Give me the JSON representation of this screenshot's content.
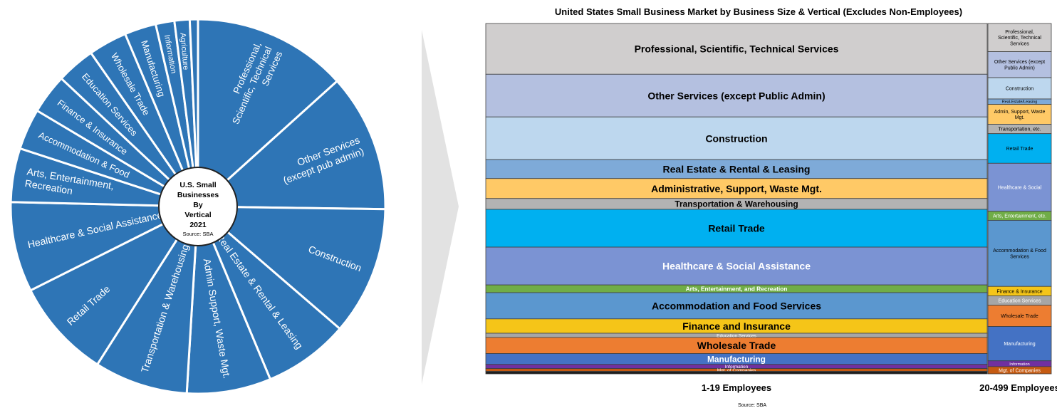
{
  "chart_data": [
    {
      "type": "pie",
      "center_label": {
        "lines": [
          "U.S. Small",
          "Businesses",
          "By",
          "Vertical",
          "2021"
        ],
        "source": "Source: SBA"
      },
      "colors": {
        "slice": "#2e75b6",
        "edge": "#ffffff",
        "label": "#ffffff"
      },
      "slices": [
        {
          "label": "Professional, Scientific, Technical Services",
          "lines": [
            "Professional,",
            "Scientific, Technical",
            "Services"
          ],
          "value": 13.2
        },
        {
          "label": "Other Services (except pub admin)",
          "lines": [
            "Other Services",
            "(except pub admin)"
          ],
          "value": 11.8
        },
        {
          "label": "Construction",
          "lines": [
            "Construction"
          ],
          "value": 11.0
        },
        {
          "label": "Real Estate & Rental & Leasing",
          "lines": [
            "Real Estate & Rental & Leasing"
          ],
          "value": 7.3
        },
        {
          "label": "Admin Support, Waste Mgt.",
          "lines": [
            "Admin Support, Waste Mgt."
          ],
          "value": 7.2
        },
        {
          "label": "Transportation & Warehousing",
          "lines": [
            "Transportation & Warehousing"
          ],
          "value": 8.0
        },
        {
          "label": "Retail Trade",
          "lines": [
            "Retail Trade"
          ],
          "value": 8.5
        },
        {
          "label": "Healthcare & Social Assistance",
          "lines": [
            "Healthcare & Social Assistance"
          ],
          "value": 7.7
        },
        {
          "label": "Arts, Entertainment, Recreation",
          "lines": [
            "Arts, Entertainment,",
            "Recreation"
          ],
          "value": 4.6
        },
        {
          "label": "Accommodation & Food",
          "lines": [
            "Accommodation & Food"
          ],
          "value": 3.5
        },
        {
          "label": "Finance & Insurance",
          "lines": [
            "Finance & Insurance"
          ],
          "value": 3.4
        },
        {
          "label": "Education Services",
          "lines": [
            "Education Services"
          ],
          "value": 3.3
        },
        {
          "label": "Wholesale Trade",
          "lines": [
            "Wholesale Trade"
          ],
          "value": 3.3
        },
        {
          "label": "Manufacturing",
          "lines": [
            "Manufacturing"
          ],
          "value": 2.7
        },
        {
          "label": "Information",
          "lines": [
            "Information"
          ],
          "value": 1.6
        },
        {
          "label": "Agriculture",
          "lines": [
            "Agriculture"
          ],
          "value": 1.3
        },
        {
          "label": "",
          "lines": [],
          "value": 0.7
        }
      ]
    },
    {
      "type": "bar",
      "title": "United States Small Business Market by Business Size & Vertical (Excludes Non-Employees)",
      "source": "Source: SBA",
      "stacked": true,
      "normalized_to_100": true,
      "categories": [
        "1-19 Employees",
        "20-499 Employees"
      ],
      "series": [
        {
          "name": "Professional, Scientific, Technical Services",
          "label_20_499": "Professional, Scientific, Technical Services",
          "color": "#d0cece",
          "text": "#000000",
          "values": [
            14.5,
            7.8
          ]
        },
        {
          "name": "Other Services (except Public Admin)",
          "label_20_499": "Other Services (except Public Admin)",
          "color": "#b4c0e0",
          "text": "#000000",
          "values": [
            12.2,
            7.2
          ]
        },
        {
          "name": "Construction",
          "label_20_499": "Construction",
          "color": "#bdd7ee",
          "text": "#000000",
          "values": [
            12.2,
            5.9
          ]
        },
        {
          "name": "Real Estate & Rental & Leasing",
          "label_20_499": "Real-Estate/Leasing",
          "color": "#7eaad8",
          "text": "#000000",
          "values": [
            5.4,
            1.5
          ]
        },
        {
          "name": "Administrative, Support, Waste Mgt.",
          "label_20_499": "Admin, Support, Waste Mgt.",
          "color": "#ffc966",
          "text": "#000000",
          "values": [
            5.7,
            5.5
          ]
        },
        {
          "name": "Transportation & Warehousing",
          "label_20_499": "Transportation, etc.",
          "color": "#b3b3b3",
          "text": "#000000",
          "values": [
            3.1,
            2.6
          ]
        },
        {
          "name": "Retail Trade",
          "label_20_499": "Retail Trade",
          "color": "#00b0f0",
          "text": "#000000",
          "values": [
            10.8,
            8.2
          ]
        },
        {
          "name": "Healthcare & Social Assistance",
          "label_20_499": "Healthcare & Social",
          "color": "#7b93d3",
          "text": "#ffffff",
          "values": [
            10.8,
            13.3
          ]
        },
        {
          "name": "Arts, Entertainment, and Recreation",
          "label_20_499": "Arts, Entertainment, etc.",
          "color": "#70ad47",
          "text": "#ffffff",
          "values": [
            2.2,
            2.5
          ]
        },
        {
          "name": "Accommodation and Food Services",
          "label_20_499": "Accommodation & Food Services",
          "color": "#5b97cf",
          "text": "#000000",
          "values": [
            7.5,
            18.3
          ]
        },
        {
          "name": "Finance and Insurance",
          "label_20_499": "Finance & Insurance",
          "color": "#f5c518",
          "text": "#000000",
          "values": [
            4.1,
            2.6
          ]
        },
        {
          "name": "Education Services",
          "label_20_499": "Education Services",
          "color": "#a6a6a6",
          "text": "#ffffff",
          "values": [
            1.2,
            2.6
          ]
        },
        {
          "name": "Wholesale Trade",
          "label_20_499": "Wholesale Trade",
          "color": "#ed7d31",
          "text": "#000000",
          "values": [
            4.6,
            5.9
          ]
        },
        {
          "name": "Manufacturing",
          "label_20_499": "Manufacturing",
          "color": "#4472c4",
          "text": "#ffffff",
          "values": [
            3.1,
            9.5
          ]
        },
        {
          "name": "Information",
          "label_20_499": "Information",
          "color": "#7030a0",
          "text": "#ffffff",
          "values": [
            1.2,
            1.6
          ]
        },
        {
          "name": "Mgt. of Companies",
          "label_20_499": "Mgt. of Companies",
          "color": "#c55a11",
          "text": "#ffffff",
          "values": [
            0.8,
            2.0
          ]
        },
        {
          "name": "",
          "label_20_499": "",
          "color": "#1f1f1f",
          "text": "#ffffff",
          "values": [
            0.7,
            0.0
          ]
        }
      ]
    }
  ]
}
